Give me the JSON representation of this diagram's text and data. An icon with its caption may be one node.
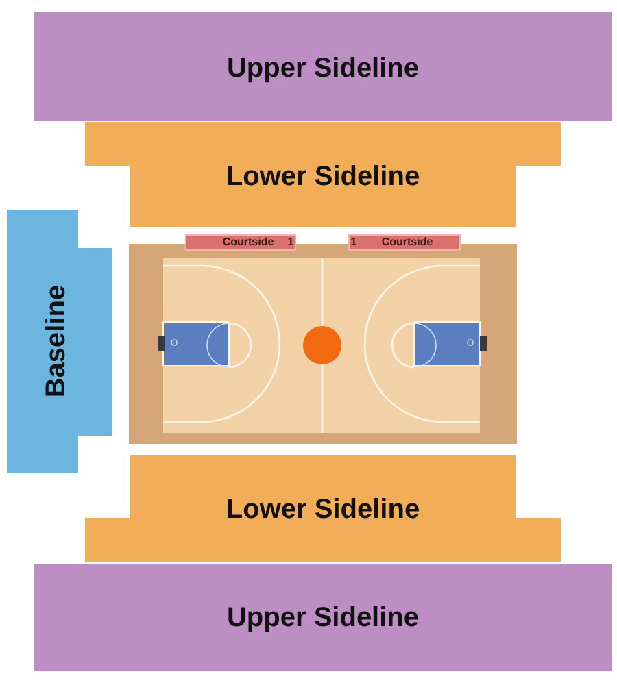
{
  "diagram": {
    "nodes": [
      {
        "text": [
          "Upper Sideline"
        ]
      },
      {
        "text": [
          "Lower Sideline"
        ]
      },
      {
        "text": [
          "Baseline"
        ]
      },
      {
        "text": [
          "Courtside",
          "1"
        ]
      },
      {
        "text": [
          "1",
          "Courtside"
        ]
      },
      {
        "text": [
          "Lower Sideline"
        ]
      },
      {
        "text": [
          "Upper Sideline"
        ]
      }
    ]
  }
}
